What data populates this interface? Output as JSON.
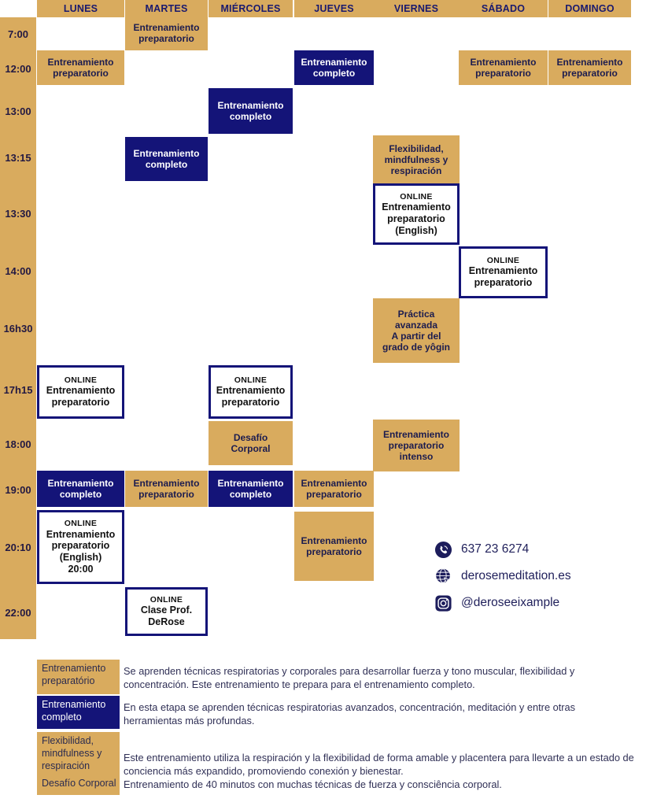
{
  "schedule": {
    "days": [
      "LUNES",
      "MARTES",
      "MIÉRCOLES",
      "JUEVES",
      "VIERNES",
      "SÁBADO",
      "DOMINGO"
    ],
    "times": [
      "7:00",
      "12:00",
      "13:00",
      "13:15",
      "13:30",
      "14:00",
      "16h30",
      "17h15",
      "18:00",
      "19:00",
      "20:10",
      "22:00"
    ],
    "events": [
      {
        "time": "7:00",
        "day": "MARTES",
        "style": "tan",
        "lines": [
          "Entrenamiento",
          "preparatorio"
        ]
      },
      {
        "time": "12:00",
        "day": "LUNES",
        "style": "tan",
        "lines": [
          "Entrenamiento",
          "preparatorio"
        ]
      },
      {
        "time": "12:00",
        "day": "JUEVES",
        "style": "navy",
        "lines": [
          "Entrenamiento",
          "completo"
        ]
      },
      {
        "time": "12:00",
        "day": "SÁBADO",
        "style": "tan",
        "lines": [
          "Entrenamiento",
          "preparatorio"
        ]
      },
      {
        "time": "12:00",
        "day": "DOMINGO",
        "style": "tan",
        "lines": [
          "Entrenamiento",
          "preparatorio"
        ]
      },
      {
        "time": "13:00",
        "day": "MIÉRCOLES",
        "style": "navy",
        "lines": [
          "Entrenamiento",
          "completo"
        ]
      },
      {
        "time": "13:15",
        "day": "MARTES",
        "style": "navy",
        "lines": [
          "Entrenamiento",
          "completo"
        ]
      },
      {
        "time": "13:15",
        "day": "VIERNES",
        "style": "tan",
        "lines": [
          "Flexibilidad,",
          "mindfulness y",
          "respiración"
        ]
      },
      {
        "time": "13:30",
        "day": "VIERNES",
        "style": "online",
        "lines": [
          "ONLINE",
          "Entrenamiento",
          "preparatorio",
          "(English)"
        ]
      },
      {
        "time": "14:00",
        "day": "SÁBADO",
        "style": "online",
        "lines": [
          "ONLINE",
          "Entrenamiento",
          "preparatorio"
        ]
      },
      {
        "time": "16h30",
        "day": "VIERNES",
        "style": "tan",
        "lines": [
          "Práctica",
          "avanzada",
          "A partir del",
          "grado de yôgin"
        ]
      },
      {
        "time": "17h15",
        "day": "LUNES",
        "style": "online",
        "lines": [
          "ONLINE",
          "Entrenamiento",
          "preparatorio"
        ]
      },
      {
        "time": "17h15",
        "day": "MIÉRCOLES",
        "style": "online",
        "lines": [
          "ONLINE",
          "Entrenamiento",
          "preparatorio"
        ]
      },
      {
        "time": "18:00",
        "day": "MIÉRCOLES",
        "style": "tan",
        "lines": [
          "Desafío",
          "Corporal"
        ]
      },
      {
        "time": "18:00",
        "day": "VIERNES",
        "style": "tan",
        "lines": [
          "Entrenamiento",
          "preparatorio",
          "intenso"
        ]
      },
      {
        "time": "19:00",
        "day": "LUNES",
        "style": "navy",
        "lines": [
          "Entrenamiento",
          "completo"
        ]
      },
      {
        "time": "19:00",
        "day": "MARTES",
        "style": "tan",
        "lines": [
          "Entrenamiento",
          "preparatorio"
        ]
      },
      {
        "time": "19:00",
        "day": "MIÉRCOLES",
        "style": "navy",
        "lines": [
          "Entrenamiento",
          "completo"
        ]
      },
      {
        "time": "19:00",
        "day": "JUEVES",
        "style": "tan",
        "lines": [
          "Entrenamiento",
          "preparatorio"
        ]
      },
      {
        "time": "20:10",
        "day": "LUNES",
        "style": "online",
        "lines": [
          "ONLINE",
          "Entrenamiento",
          "preparatorio",
          "(English)",
          "20:00"
        ]
      },
      {
        "time": "20:10",
        "day": "JUEVES",
        "style": "tan",
        "lines": [
          "Entrenamiento",
          "preparatorio"
        ]
      },
      {
        "time": "22:00",
        "day": "MARTES",
        "style": "online",
        "lines": [
          "ONLINE",
          "Clase Prof.",
          "DeRose"
        ]
      }
    ]
  },
  "contact": {
    "items": [
      {
        "icon": "phone-icon",
        "text": "637 23 6274"
      },
      {
        "icon": "globe-icon",
        "text": "derosemeditation.es"
      },
      {
        "icon": "instagram-icon",
        "text": "@deroseeixample"
      }
    ]
  },
  "legend": {
    "entries": [
      {
        "style": "tan",
        "label": "Entrenamiento preparatório",
        "description": "Se aprenden técnicas respiratorias y corporales para desarrollar fuerza y tono muscular, flexibilidad y concentración. Este entrenamiento te prepara para el entrenamiento completo."
      },
      {
        "style": "navy",
        "label": "Entrenamiento completo",
        "description": "En esta etapa se aprenden técnicas respiratorias avanzados, concentración, meditación y entre otras herramientas más profundas."
      },
      {
        "style": "tan",
        "label": "Flexibilidad, mindfulness y respiración",
        "description": "Este entrenamiento utiliza la respiración y la flexibilidad de forma amable y placentera para llevarte a un estado de conciencia más expandido, promoviendo conexión y bienestar."
      },
      {
        "style": "tan",
        "label": "Desafío Corporal",
        "description": "Entrenamiento de 40 minutos con muchas técnicas de fuerza y consciência corporal."
      }
    ]
  },
  "colors": {
    "tan": "#d9ab5e",
    "navy": "#141478",
    "text_navy": "#1c1c4f",
    "background": "#ffffff"
  }
}
